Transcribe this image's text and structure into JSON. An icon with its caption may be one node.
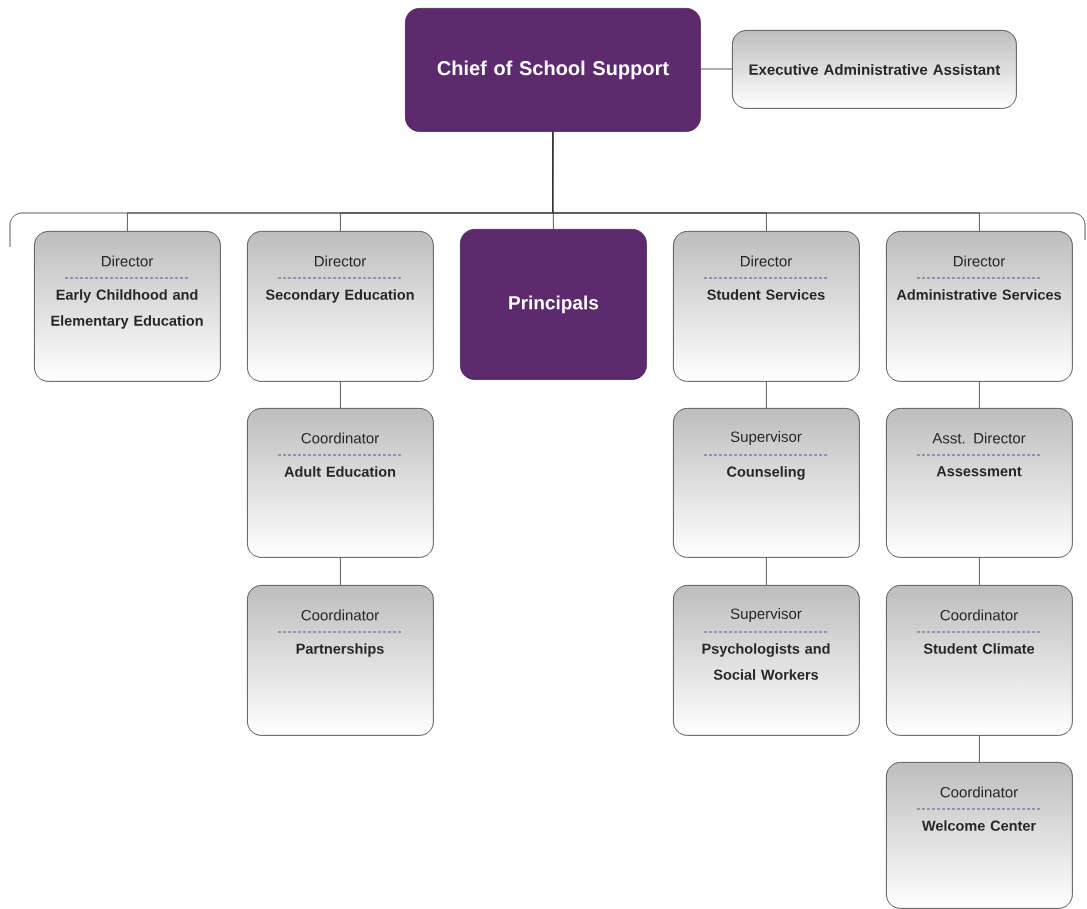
{
  "diagram": {
    "nodes": [
      {
        "text": [
          "Chief of School Support"
        ]
      },
      {
        "text": [
          "Executive Administrative Assistant"
        ]
      },
      {
        "text": [
          "Director",
          "Early Childhood and Elementary Education"
        ]
      },
      {
        "text": [
          "Director",
          "Secondary Education"
        ]
      },
      {
        "text": [
          "Principals"
        ]
      },
      {
        "text": [
          "Director",
          "Student Services"
        ]
      },
      {
        "text": [
          "Director",
          "Administrative Services"
        ]
      },
      {
        "text": [
          "Coordinator",
          "Adult Education"
        ]
      },
      {
        "text": [
          "Coordinator",
          "Partnerships"
        ]
      },
      {
        "text": [
          "Supervisor",
          "Counseling"
        ]
      },
      {
        "text": [
          "Supervisor",
          "Psychologists and Social Workers"
        ]
      },
      {
        "text": [
          "Asst. Director",
          "Assessment"
        ]
      },
      {
        "text": [
          "Coordinator",
          "Student Climate"
        ]
      },
      {
        "text": [
          "Coordinator",
          "Welcome Center"
        ]
      }
    ],
    "edges": [
      {
        "from": 0,
        "to": 1,
        "arrow": "none"
      },
      {
        "from": 0,
        "to": 2,
        "arrow": "none"
      },
      {
        "from": 0,
        "to": 3,
        "arrow": "none"
      },
      {
        "from": 0,
        "to": 4,
        "arrow": "none"
      },
      {
        "from": 0,
        "to": 5,
        "arrow": "none"
      },
      {
        "from": 0,
        "to": 6,
        "arrow": "none"
      },
      {
        "from": 3,
        "to": 7,
        "arrow": "none"
      },
      {
        "from": 7,
        "to": 8,
        "arrow": "none"
      },
      {
        "from": 5,
        "to": 9,
        "arrow": "none"
      },
      {
        "from": 9,
        "to": 10,
        "arrow": "none"
      },
      {
        "from": 6,
        "to": 11,
        "arrow": "none"
      },
      {
        "from": 11,
        "to": 12,
        "arrow": "none"
      },
      {
        "from": 12,
        "to": 13,
        "arrow": "none"
      }
    ]
  }
}
